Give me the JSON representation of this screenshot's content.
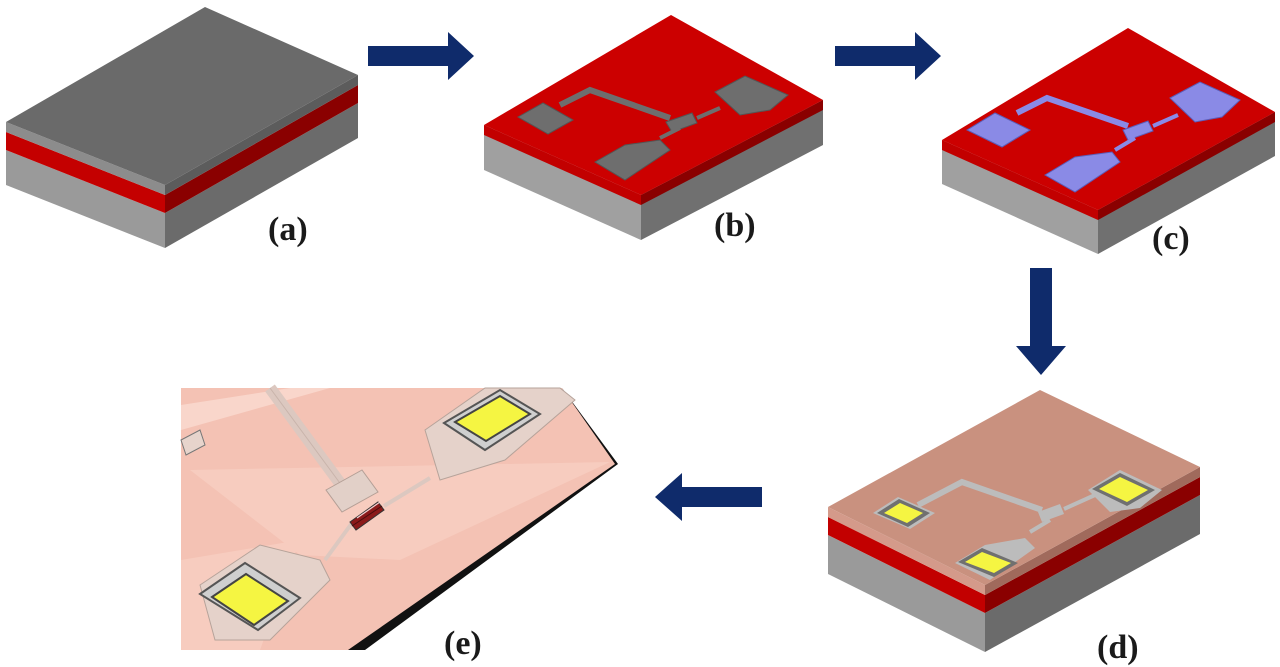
{
  "figure": {
    "steps": [
      {
        "id": "a",
        "label": "(a)"
      },
      {
        "id": "b",
        "label": "(b)"
      },
      {
        "id": "c",
        "label": "(c)"
      },
      {
        "id": "d",
        "label": "(d)"
      },
      {
        "id": "e",
        "label": "(e)"
      }
    ],
    "colors": {
      "arrow": "#0f2b6b",
      "substrate_top": "#6a6a6a",
      "substrate_side": "#8c8c8c",
      "red_layer": "#cc0000",
      "pattern_grey": "#6e6e6e",
      "pattern_purple": "#7f80e0",
      "pad_yellow": "#f5f542",
      "cover_pink": "#c9917f",
      "closeup_background": "#f4c2b4"
    }
  }
}
